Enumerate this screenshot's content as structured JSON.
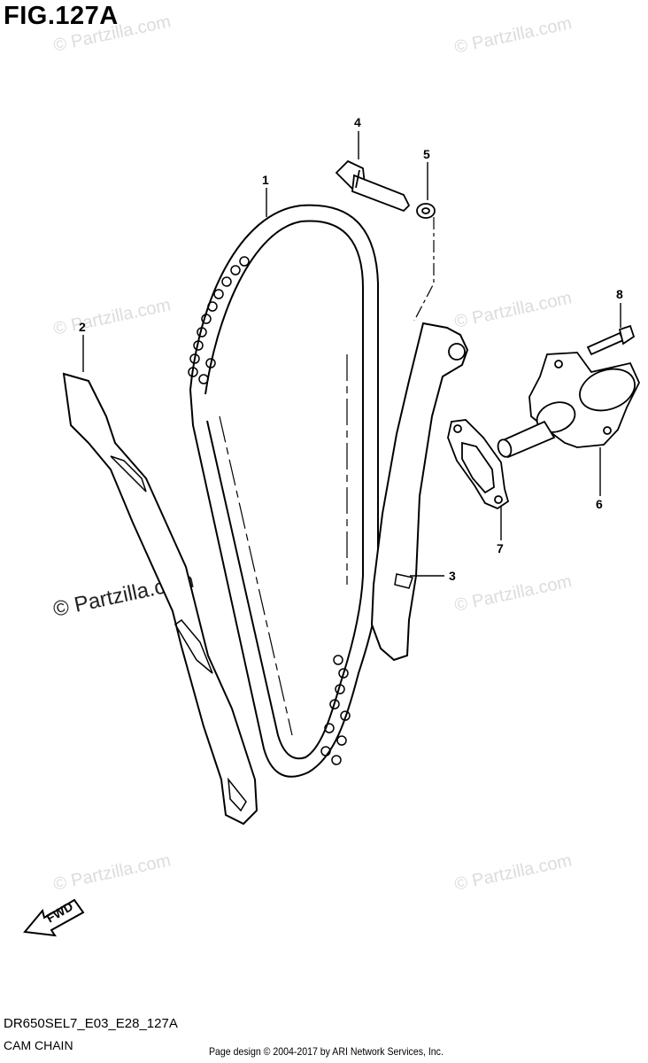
{
  "figure_title": "FIG.127A",
  "diagram_code": "DR650SEL7_E03_E28_127A",
  "caption": "CAM CHAIN",
  "footer": "Page design © 2004-2017 by ARI Network Services, Inc.",
  "watermark": "© Partzilla.com",
  "fwd_label": "FWD",
  "callouts": [
    "1",
    "2",
    "3",
    "4",
    "5",
    "6",
    "7",
    "8"
  ],
  "colors": {
    "line": "#000000",
    "watermark": "#dcdcdc",
    "background": "#ffffff"
  }
}
